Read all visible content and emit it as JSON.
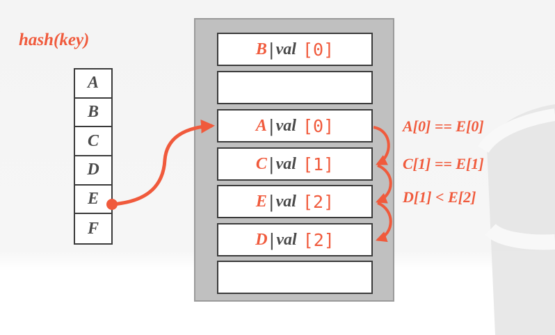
{
  "diagram": {
    "title": "hash(key)",
    "keys": [
      "A",
      "B",
      "C",
      "D",
      "E",
      "F"
    ],
    "separator": "|",
    "value_label": "val",
    "slots": [
      {
        "key": "B",
        "index": "[0]"
      },
      {
        "key": "",
        "index": ""
      },
      {
        "key": "A",
        "index": "[0]"
      },
      {
        "key": "C",
        "index": "[1]"
      },
      {
        "key": "E",
        "index": "[2]"
      },
      {
        "key": "D",
        "index": "[2]"
      },
      {
        "key": "",
        "index": ""
      }
    ],
    "comparisons": [
      "A[0] == E[0]",
      "C[1] == E[1]",
      "D[1] < E[2]"
    ],
    "accent_color": "#f05a3c",
    "hash_arrow": {
      "from_key": "E",
      "to_slot": "A"
    }
  }
}
